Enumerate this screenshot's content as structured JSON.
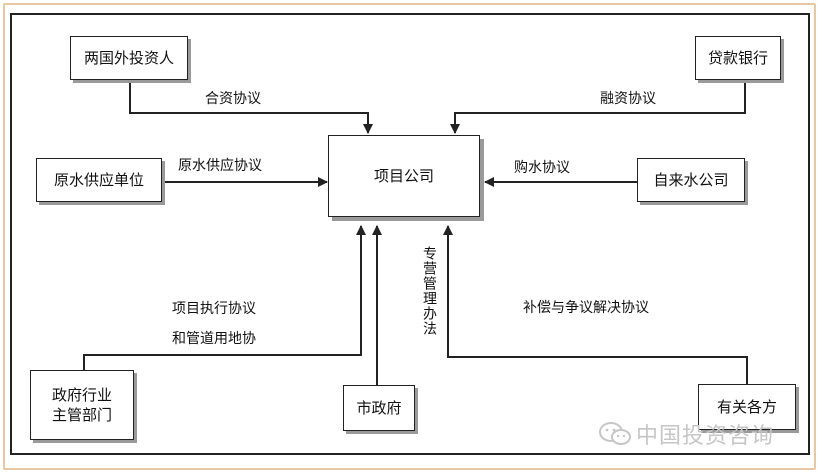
{
  "nodes": {
    "investor": "两国外投资人",
    "bank": "贷款银行",
    "project_company": "项目公司",
    "raw_water": "原水供应单位",
    "water_company": "自来水公司",
    "gov_dept_line1": "政府行业",
    "gov_dept_line2": "主管部门",
    "city_gov": "市政府",
    "parties": "有关各方"
  },
  "edges": {
    "joint_venture": "合资协议",
    "financing": "融资协议",
    "raw_water_supply": "原水供应协议",
    "water_purchase": "购水协议",
    "execution_line1": "项目执行协议",
    "execution_line2": "和管道用地协",
    "special_management": "专营管理办法",
    "compensation": "补偿与争议解决协议"
  },
  "watermark": {
    "text": "中国投资咨询",
    "icon": "wechat-icon"
  },
  "colors": {
    "line": "#222222",
    "shadow": "#9a9a9a",
    "frame": "#e9c7a3",
    "watermark": "#c6c6c6"
  }
}
